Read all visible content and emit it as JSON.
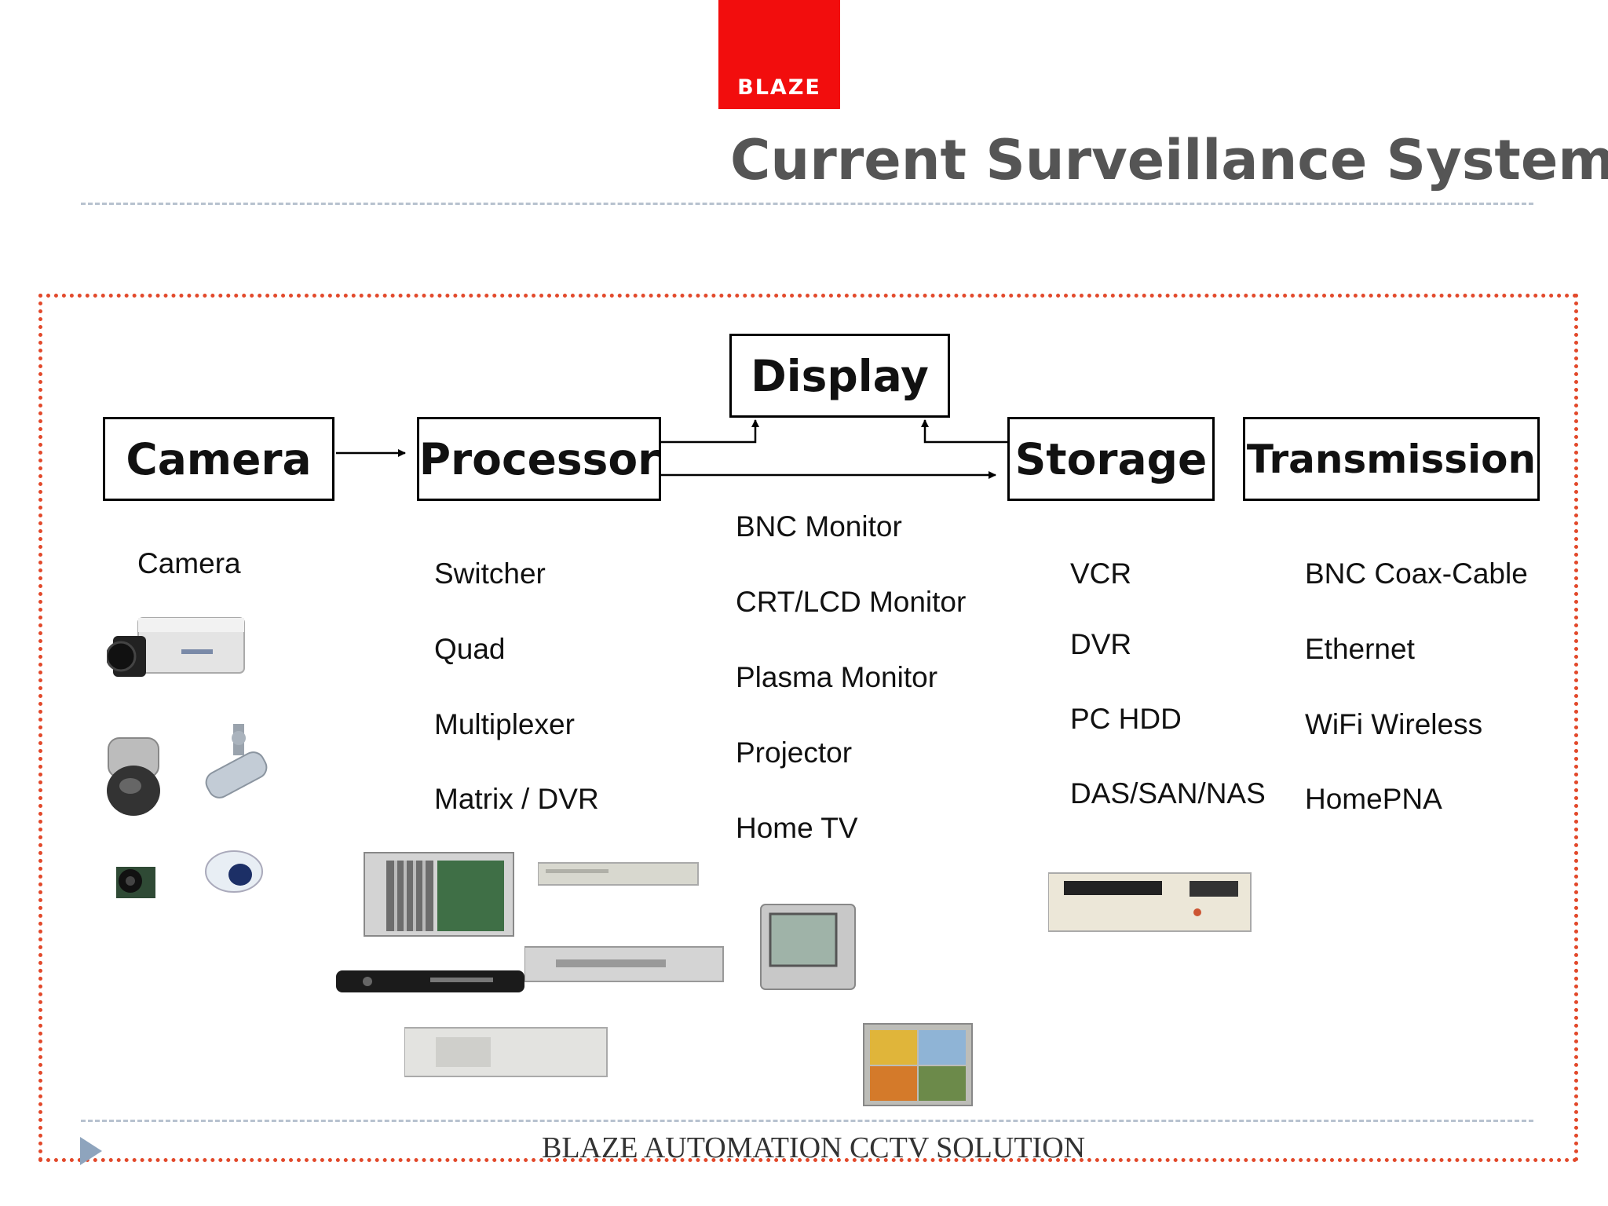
{
  "logo": {
    "text": "BLAZE"
  },
  "title": "Current Surveillance System",
  "diagram": {
    "nodes": {
      "camera": "Camera",
      "processor": "Processor",
      "display": "Display",
      "storage": "Storage",
      "transmission": "Transmission"
    },
    "edges": [
      {
        "from": "Camera",
        "to": "Processor"
      },
      {
        "from": "Processor",
        "to": "Display"
      },
      {
        "from": "Processor",
        "to": "Storage"
      },
      {
        "from": "Storage",
        "to": "Display"
      }
    ]
  },
  "lists": {
    "camera": [
      "Camera"
    ],
    "processor": [
      "Switcher",
      "Quad",
      "Multiplexer",
      "Matrix / DVR"
    ],
    "display": [
      "BNC Monitor",
      "CRT/LCD Monitor",
      "Plasma Monitor",
      "Projector",
      "Home TV"
    ],
    "storage": [
      "VCR",
      "DVR",
      "PC HDD",
      "DAS/SAN/NAS"
    ],
    "transmission": [
      "BNC Coax-Cable",
      "Ethernet",
      "WiFi Wireless",
      "HomePNA"
    ]
  },
  "images": {
    "cameras": [
      "box-camera-photo",
      "speed-dome-camera-photo",
      "bullet-camera-photo",
      "board-camera-photo",
      "dome-camera-photo"
    ],
    "processors": [
      "matrix-rack-photo",
      "switcher-photo",
      "dvr-photo",
      "multiplexer-photo",
      "quad-photo"
    ],
    "displays": [
      "crt-monitor-photo",
      "lcd-monitor-photo"
    ],
    "storage": [
      "vcr-photo"
    ]
  },
  "footer": "BLAZE AUTOMATION CCTV SOLUTION"
}
